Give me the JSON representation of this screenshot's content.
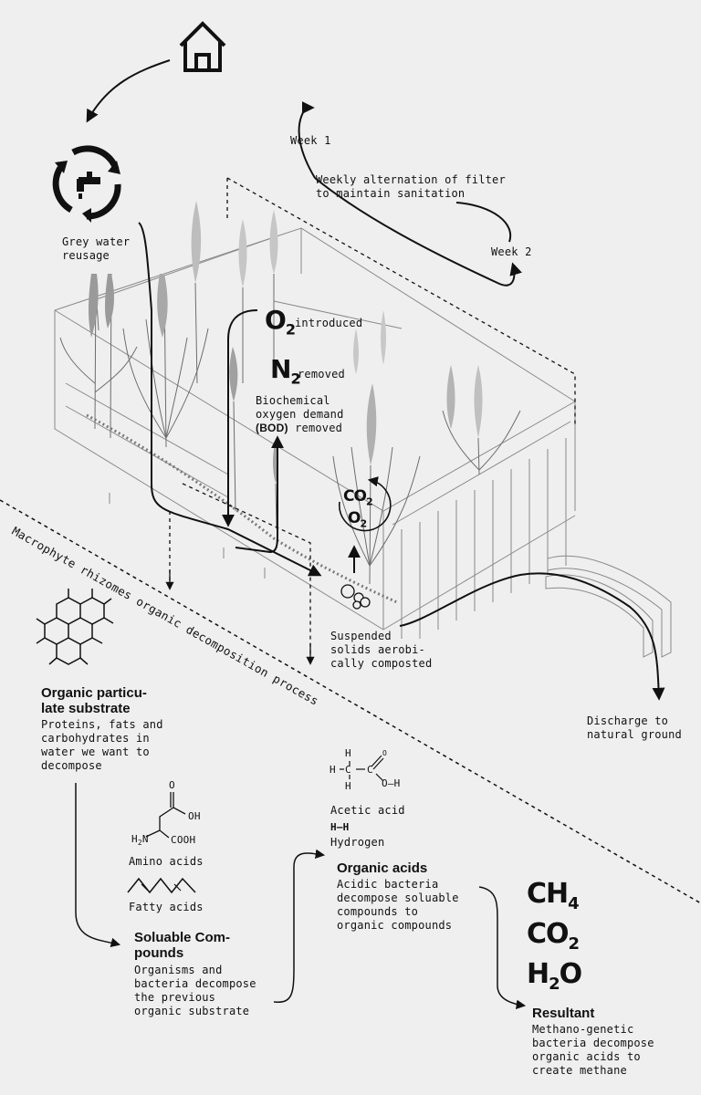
{
  "labels": {
    "grey_water": "Grey water\nreusage",
    "week1": "Week 1",
    "weekly_alt": "Weekly alternation of filter\nto maintain sanitation",
    "week2": "Week 2",
    "o2_sym": "O",
    "o2_sub": "2",
    "o2_text": "introduced",
    "n2_sym": "N",
    "n2_sub": "2",
    "n2_text": "removed",
    "bod_line1": "Biochemical",
    "bod_line2": "oxygen demand",
    "bod_bold": "(BOD)",
    "bod_rest": "removed",
    "co2_sym": "CO",
    "co2_sub": "2",
    "o2b_sym": "O",
    "o2b_sub": "2",
    "suspended": "Suspended\nsolids aerobi-\ncally composted",
    "discharge": "Discharge to\nnatural ground",
    "diagonal": "Macrophyte rhizomes organic decomposition process"
  },
  "steps": {
    "substrate_title": "Organic particu-\nlate substrate",
    "substrate_desc": "Proteins, fats and\ncarbohydrates in\nwater we want to\ndecompose",
    "soluble_title": "Soluable Com-\npounds",
    "soluble_desc": "Organisms and\nbacteria decompose\nthe previous\norganic substrate",
    "acids_title": "Organic acids",
    "acids_desc": "Acidic bacteria\ndecompose soluable\ncompounds to\norganic compounds",
    "resultant_title": "Resultant",
    "resultant_desc": "Methano-genetic\nbacteria decompose\norganic acids to\ncreate methane"
  },
  "chemistry": {
    "amino_label": "Amino acids",
    "fatty_label": "Fatty acids",
    "acetic_label": "Acetic acid",
    "hydrogen_label": "Hydrogen",
    "amino_oh": "OH",
    "amino_o": "O",
    "amino_h2n": "H",
    "amino_h2n_sub": "2",
    "amino_n": "N",
    "amino_cooh": "COOH",
    "acetic_h_top": "H",
    "acetic_h_left": "H",
    "acetic_c1": "C",
    "acetic_c2": "C",
    "acetic_h_bottom": "H",
    "acetic_o": "O",
    "acetic_oh": "O—H",
    "hh": "H—H",
    "ch4_sym": "CH",
    "ch4_sub": "4",
    "co2r_sym": "CO",
    "co2r_sub": "2",
    "h2o_sym1": "H",
    "h2o_sub": "2",
    "h2o_sym2": "O"
  },
  "colors": {
    "ink": "#111111",
    "background": "#efefef",
    "wireframe": "#8a8a8a",
    "plant": "#6d6d6d"
  }
}
